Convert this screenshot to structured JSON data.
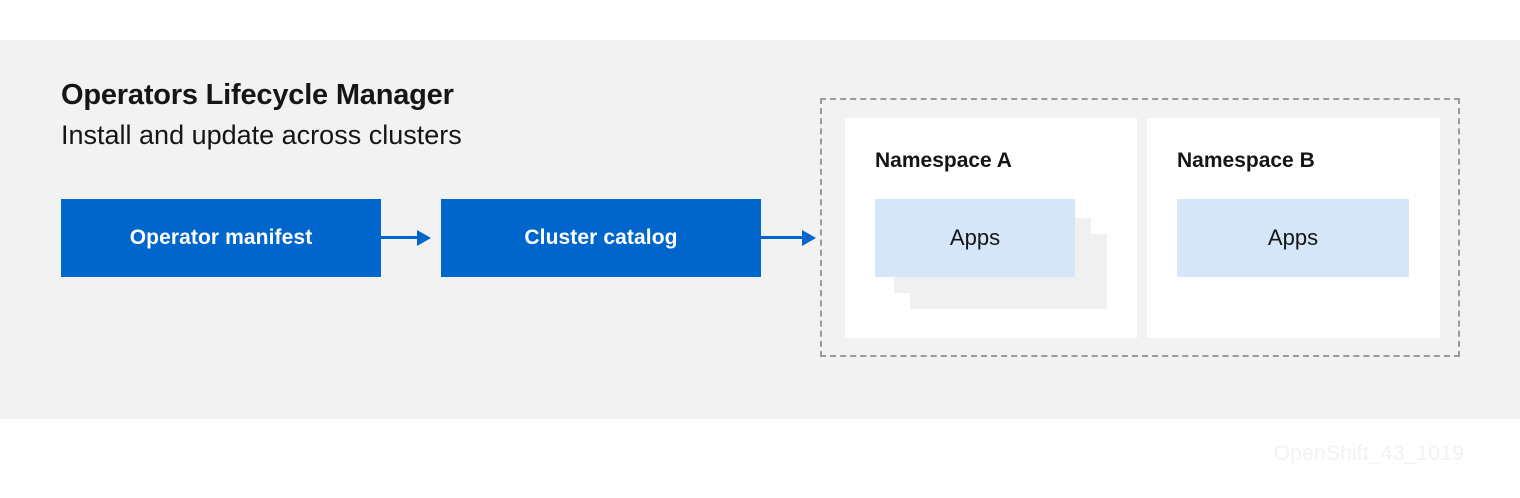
{
  "diagram": {
    "title": "Operators Lifecycle Manager",
    "subtitle": "Install and update across clusters",
    "watermark": "OpenShift_43_1019",
    "colors": {
      "background": "#ffffff",
      "panel": "#f2f2f2",
      "primary_blue": "#0066cc",
      "apps_blue": "#d4e6f7",
      "shadow_gray": "#f0f0f0",
      "dashed_border": "#9b9b9b",
      "text": "#151515",
      "box_text": "#ffffff",
      "watermark_text": "#f2f2f2"
    }
  },
  "flow": {
    "boxes": [
      {
        "label": "Operator manifest"
      },
      {
        "label": "Cluster catalog"
      }
    ],
    "arrows": [
      {
        "name": "arrow-manifest-to-catalog"
      },
      {
        "name": "arrow-catalog-to-cluster"
      }
    ]
  },
  "cluster": {
    "namespaces": [
      {
        "title": "Namespace A",
        "apps_label": "Apps",
        "stacked": true
      },
      {
        "title": "Namespace B",
        "apps_label": "Apps",
        "stacked": false
      }
    ]
  }
}
